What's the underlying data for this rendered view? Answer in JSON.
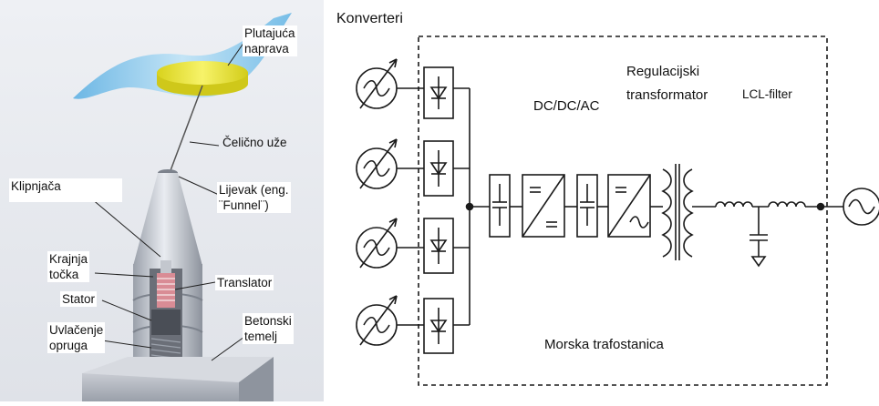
{
  "left": {
    "labels": {
      "float_line1": "Plutajuća",
      "float_line2": "naprava",
      "rope": "Čelično uže",
      "rod": "Klipnjača",
      "funnel_line1": "Lijevak (eng.",
      "funnel_line2": "¨Funnel¨)",
      "end_line1": "Krajnja",
      "end_line2": "točka",
      "translator": "Translator",
      "stator": "Stator",
      "spring_line1": "Uvlačenje",
      "spring_line2": "opruga",
      "base_line1": "Betonski",
      "base_line2": "temelj"
    }
  },
  "right": {
    "labels": {
      "converters": "Konverteri",
      "dcdcac": "DC/DC/AC",
      "transformer_line1": "Regulacijski",
      "transformer_line2": "transformator",
      "lcl": "LCL-filter",
      "substation": "Morska trafostanica"
    },
    "colors": {
      "line": "#1a1a1a",
      "box_fill": "#ffffff"
    }
  },
  "colors": {
    "float_yellow": "#f2ee3a",
    "wave_blue": "#7fc3e8",
    "structure_gray": "#b7bcc4"
  }
}
